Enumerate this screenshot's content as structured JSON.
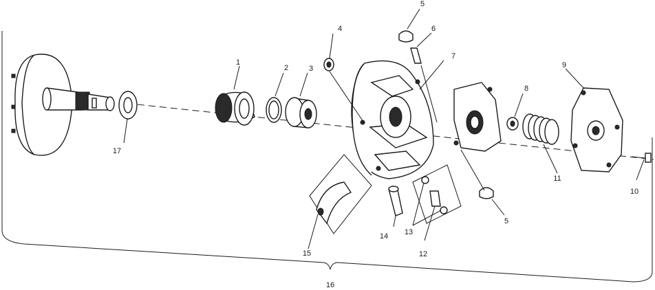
{
  "callouts": [
    {
      "id": "c1",
      "text": "1"
    },
    {
      "id": "c2",
      "text": "2"
    },
    {
      "id": "c3",
      "text": "3"
    },
    {
      "id": "c4",
      "text": "4"
    },
    {
      "id": "c5a",
      "text": "5"
    },
    {
      "id": "c5b",
      "text": "5"
    },
    {
      "id": "c6",
      "text": "6"
    },
    {
      "id": "c7",
      "text": "7"
    },
    {
      "id": "c8",
      "text": "8"
    },
    {
      "id": "c9",
      "text": "9"
    },
    {
      "id": "c10",
      "text": "10"
    },
    {
      "id": "c11",
      "text": "11"
    },
    {
      "id": "c12",
      "text": "12"
    },
    {
      "id": "c13",
      "text": "13"
    },
    {
      "id": "c14",
      "text": "14"
    },
    {
      "id": "c15",
      "text": "15"
    },
    {
      "id": "c16",
      "text": "16"
    },
    {
      "id": "c17",
      "text": "17"
    }
  ]
}
